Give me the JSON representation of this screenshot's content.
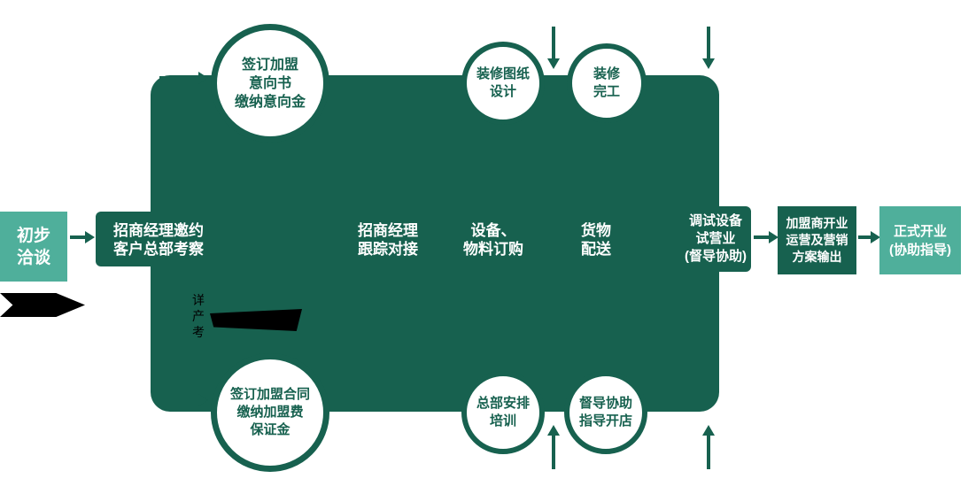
{
  "colors": {
    "dark_green": "#17614F",
    "teal": "#4FAF9B",
    "text_on_dark": "#FFFFFF",
    "artifact_black": "#000000"
  },
  "start_box": {
    "lines": [
      "初步",
      "洽谈"
    ]
  },
  "band": {
    "step1": {
      "lines": [
        "招商经理邀约",
        "客户总部考察"
      ]
    },
    "step2": {
      "lines": [
        "招商经理",
        "跟踪对接"
      ]
    },
    "step3": {
      "lines": [
        "设备、",
        "物料订购"
      ]
    },
    "step4": {
      "lines": [
        "货物",
        "配送"
      ]
    },
    "step5": {
      "lines": [
        "调试设备",
        "试营业",
        "(督导协助)"
      ]
    }
  },
  "top_circles": {
    "c1": {
      "lines": [
        "签订加盟",
        "意向书",
        "缴纳意向金"
      ]
    },
    "c2": {
      "lines": [
        "装修图纸",
        "设计"
      ]
    },
    "c3": {
      "lines": [
        "装修",
        "完工"
      ]
    }
  },
  "bottom_circles": {
    "c1": {
      "lines": [
        "签订加盟合同",
        "缴纳加盟费",
        "保证金"
      ]
    },
    "c2": {
      "lines": [
        "总部安排",
        "培训"
      ]
    },
    "c3": {
      "lines": [
        "督导协助",
        "指导开店"
      ]
    }
  },
  "end_boxes": {
    "operation": {
      "lines": [
        "加盟商开业",
        "运营及营销",
        "方案输出"
      ]
    },
    "opening": {
      "lines": [
        "正式开业",
        "(协助指导)"
      ]
    }
  },
  "artifact": {
    "lines": [
      "详",
      "产",
      "考"
    ]
  }
}
